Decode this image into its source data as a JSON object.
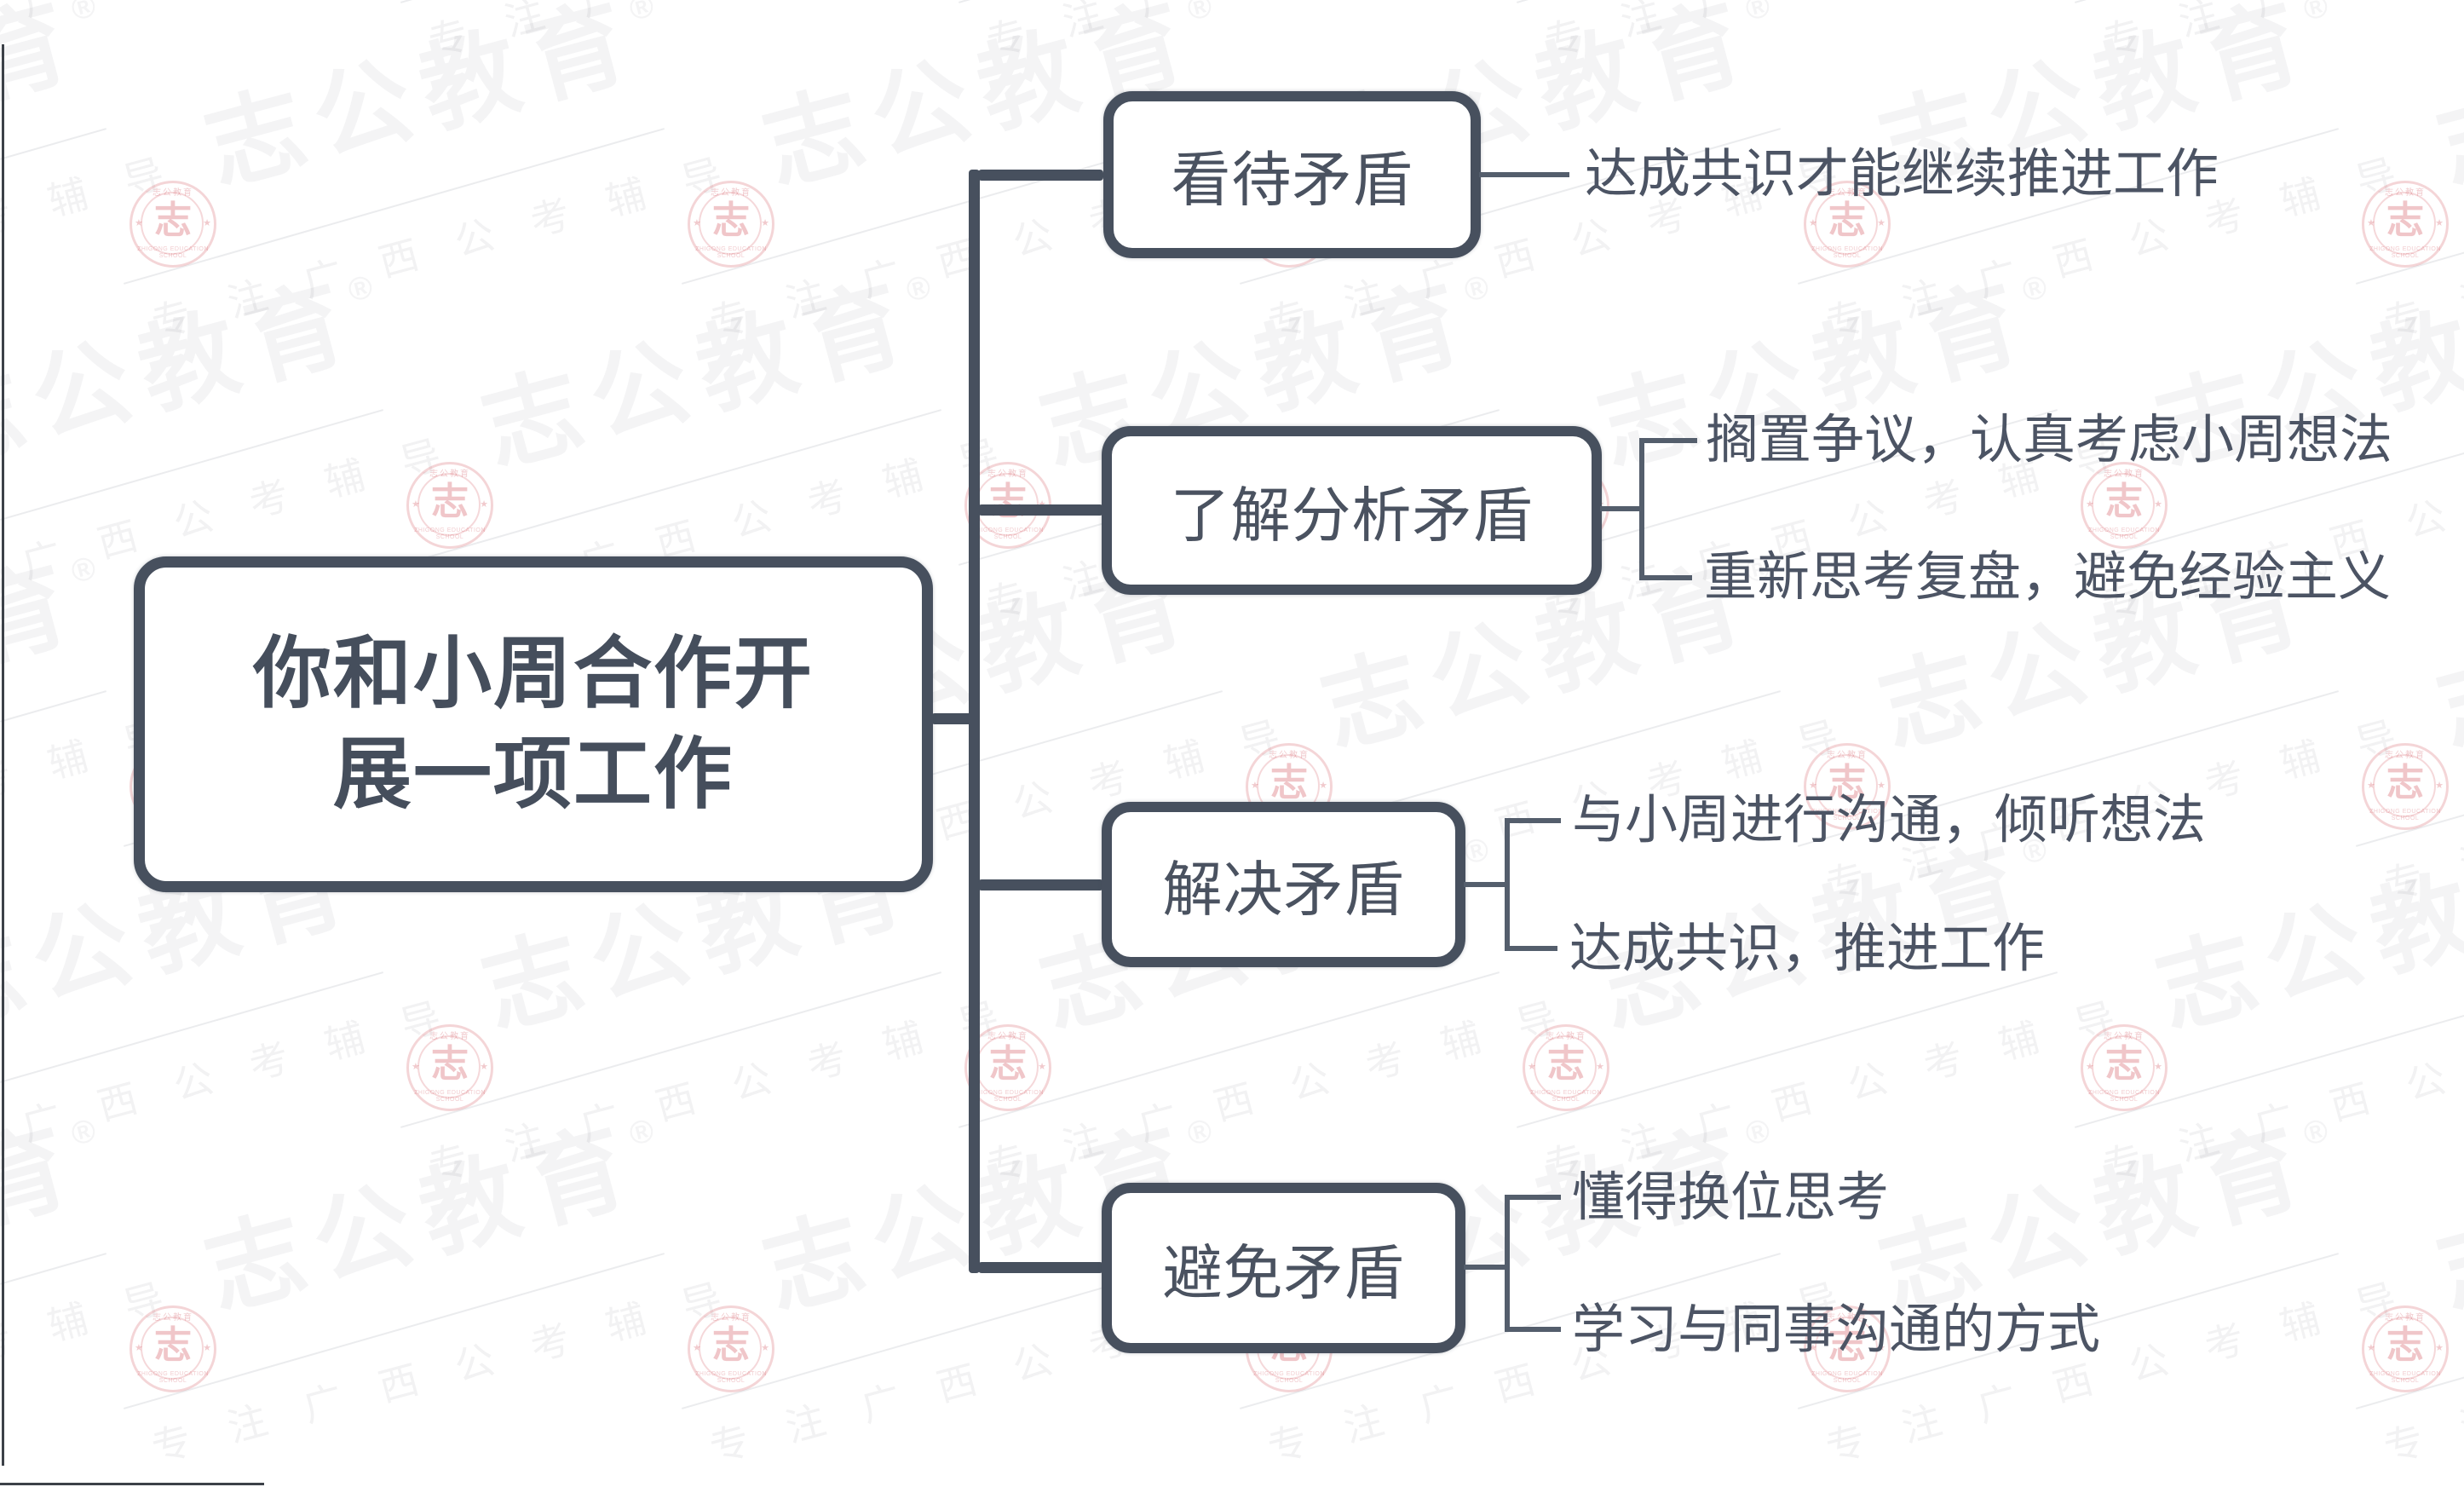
{
  "root": {
    "line1": "你和小周合作开",
    "line2": "展一项工作"
  },
  "branches": [
    {
      "label": "看待矛盾",
      "children": [
        "达成共识才能继续推进工作"
      ]
    },
    {
      "label": "了解分析矛盾",
      "children": [
        "搁置争议，认真考虑小周想法",
        "重新思考复盘，避免经验主义"
      ]
    },
    {
      "label": "解决矛盾",
      "children": [
        "与小周进行沟通，倾听想法",
        "达成共识，推进工作"
      ]
    },
    {
      "label": "避免矛盾",
      "children": [
        "懂得换位思考",
        "学习与同事沟通的方式"
      ]
    }
  ],
  "watermark": {
    "brand": "志公教育",
    "reg_mark": "®",
    "tagline": "专注广西公考辅导",
    "badge_center_char": "志",
    "badge_arc_top": "志公教育",
    "badge_arc_bottom": "ZHIGONG EDUCATION SCHOOL",
    "star": "★"
  },
  "colors": {
    "node_line": "#47505e",
    "node_text": "#4a5260",
    "leaf_text": "#4c5464",
    "watermark_red": "#cd3e48"
  }
}
